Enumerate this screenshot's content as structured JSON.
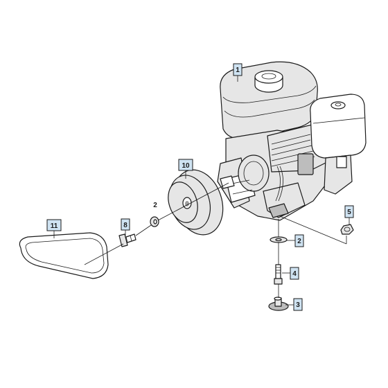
{
  "callouts": {
    "c1": "1",
    "c2": "2",
    "c3": "3",
    "c4": "4",
    "c5": "5",
    "c8": "8",
    "c10": "10",
    "c11": "11"
  },
  "labels": {
    "l2": "2"
  }
}
